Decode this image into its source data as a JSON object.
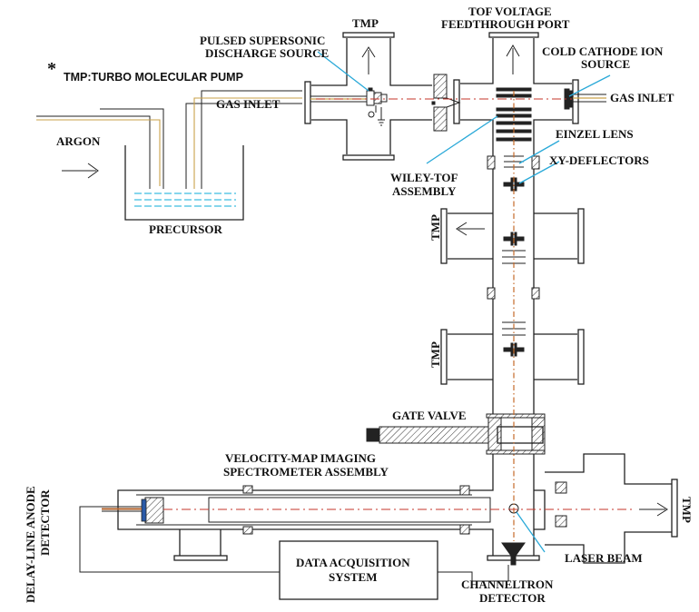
{
  "labels": {
    "footnote_mark": "*",
    "footnote": "TMP:TURBO MOLECULAR PUMP",
    "tmp_top": "TMP",
    "tof_voltage_line1": "TOF VOLTAGE",
    "tof_voltage_line2": "FEEDTHROUGH PORT",
    "pulsed_line1": "PULSED SUPERSONIC",
    "pulsed_line2": "DISCHARGE SOURCE",
    "cold_cathode_line1": "COLD CATHODE ION",
    "cold_cathode_line2": "SOURCE",
    "gas_inlet_left": "GAS INLET",
    "gas_inlet_right": "GAS INLET",
    "argon": "ARGON",
    "precursor": "PRECURSOR",
    "einzel": "EINZEL LENS",
    "xy_deflectors": "XY-DEFLECTORS",
    "wiley_line1": "WILEY-TOF",
    "wiley_line2": "ASSEMBLY",
    "tmp_mid1": "TMP",
    "tmp_mid2": "TMP",
    "tmp_right": "TMP",
    "gate_valve": "GATE VALVE",
    "vmi_line1": "VELOCITY-MAP IMAGING",
    "vmi_line2": "SPECTROMETER ASSEMBLY",
    "delay_line1": "DELAY-LINE ANODE",
    "delay_line2": "DETECTOR",
    "daq_line1": "DATA ACQUISITION",
    "daq_line2": "SYSTEM",
    "laser_beam": "LASER BEAM",
    "channeltron_line1": "CHANNELTRON",
    "channeltron_line2": "DETECTOR"
  },
  "colors": {
    "ion_beam": "#c46a2a",
    "axis_line": "#c4342a",
    "leader_line": "#2aa9d8",
    "liquid": "#5ec8e6",
    "detector": "#2a5aa8",
    "gas_line": "#c9a24a"
  }
}
